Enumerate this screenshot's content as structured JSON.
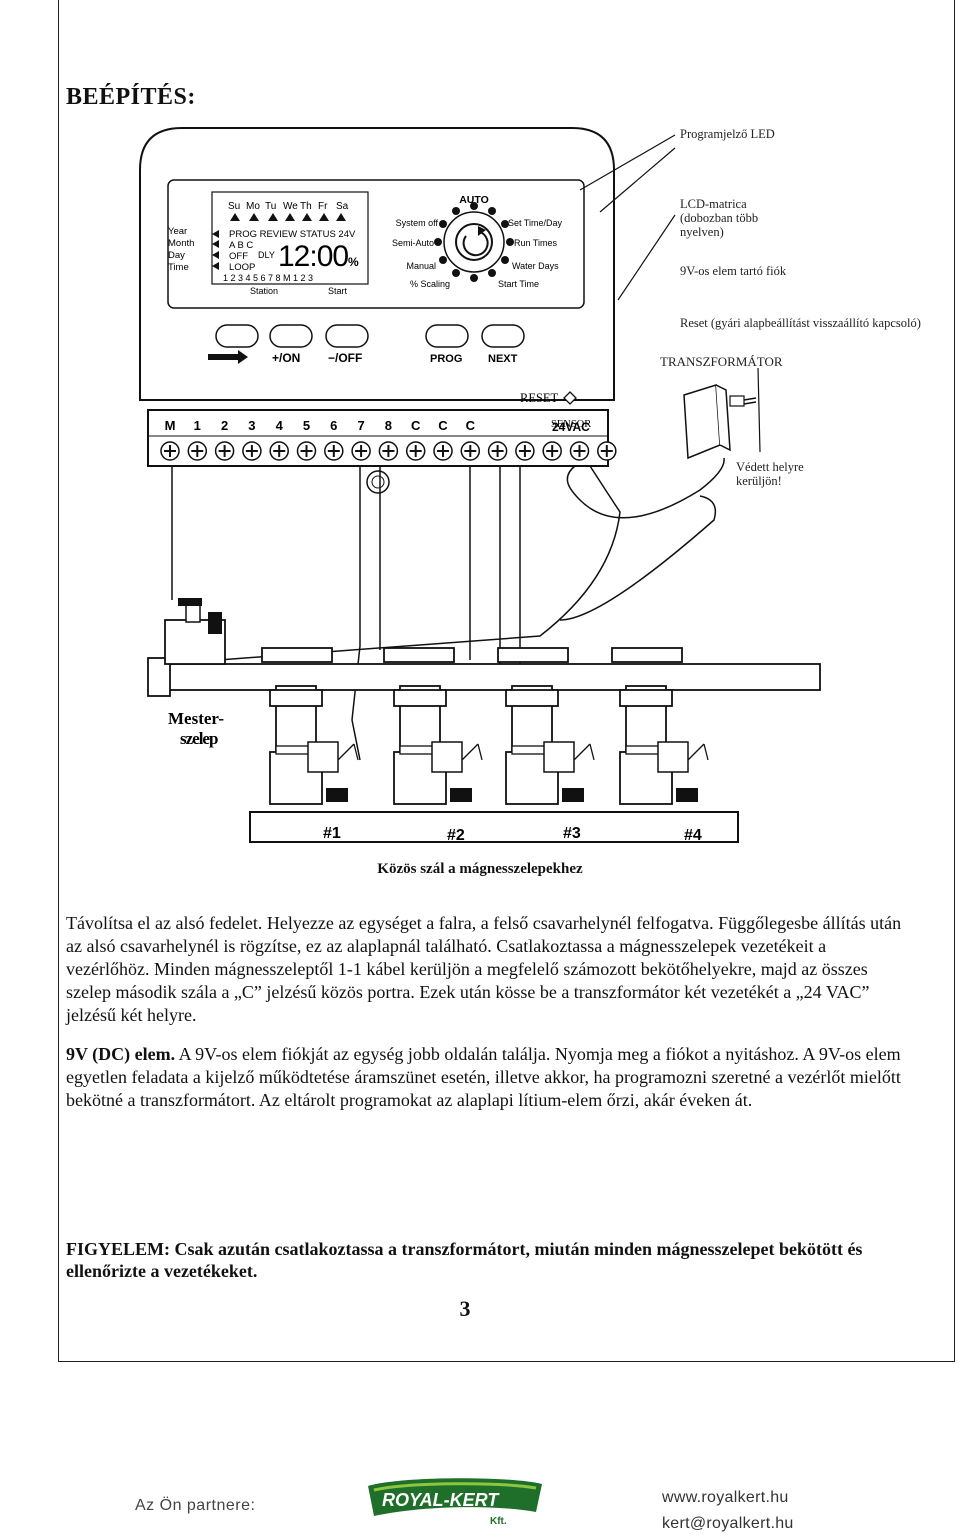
{
  "page": {
    "title": "BEÉPÍTÉS:",
    "page_number": "3"
  },
  "annotations": {
    "led": "Programjelző LED",
    "lcd_matrica": "LCD-matrica (dobozban több nyelven)",
    "battery_drawer": "9V-os elem tartó fiók",
    "reset": "Reset (gyári alapbeállítást visszaállító kapcsoló)",
    "transformer": "TRANSZFORMÁTOR",
    "protected": "Védett helyre kerüljön!",
    "master_valve": "Mester-szelep"
  },
  "controller": {
    "lcd_left": [
      "Year",
      "Month",
      "Day",
      "Time"
    ],
    "days": [
      "Su",
      "Mo",
      "Tu",
      "We",
      "Th",
      "Fr",
      "Sa"
    ],
    "lcd_row1": "PROG REVIEW  STATUS  24V",
    "lcd_abc": "A B C",
    "lcd_off": "OFF",
    "lcd_dly": "DLY",
    "lcd_loop": "LOOP",
    "lcd_time": "12:00",
    "lcd_percent": "%",
    "lcd_nums": "1 2 3 4 5 6 7 8 M  1 2 3",
    "station": "Station",
    "start": "Start",
    "dial_top": "AUTO",
    "dial_left": [
      "System off",
      "Semi-Auto",
      "Manual",
      "% Scaling"
    ],
    "dial_right": [
      "Set Time/Day",
      "Run Times",
      "Water Days",
      "Start Time"
    ],
    "buttons": [
      "→",
      "+/ON",
      "−/OFF",
      "PROG",
      "NEXT"
    ],
    "reset_label": "RESET",
    "terminals": [
      "M",
      "1",
      "2",
      "3",
      "4",
      "5",
      "6",
      "7",
      "8",
      "C",
      "C",
      "C"
    ],
    "sensor": "SENSOR",
    "vac": "24VAC"
  },
  "valves": [
    "#1",
    "#2",
    "#3",
    "#4"
  ],
  "caption": "Közös szál a mágnesszelepekhez",
  "body": {
    "p1": "Távolítsa el az alsó fedelet. Helyezze az egységet a falra, a felső csavarhelynél felfogatva. Függőlegesbe állítás után az alsó csavarhelynél is rögzítse, ez az alaplapnál található. Csatlakoztassa a mágnesszelepek vezetékeit a vezérlőhöz. Minden mágnesszeleptől 1-1 kábel kerüljön a megfelelő számozott bekötőhelyekre, majd az összes szelep második szála a „C” jelzésű közös portra. Ezek után kösse be a transzformátor két vezetékét a „24 VAC” jelzésű két helyre.",
    "p2_bold": "9V (DC) elem.",
    "p2": " A 9V-os elem fiókját az egység jobb oldalán találja. Nyomja meg a fiókot a nyitáshoz. A 9V-os elem egyetlen feladata a kijelző működtetése áramszünet esetén, illetve akkor, ha programozni szeretné a vezérlőt mielőtt bekötné a transzformátort. Az eltárolt programokat az alaplapi lítium-elem őrzi, akár éveken át."
  },
  "warning": "FIGYELEM: Csak azután csatlakoztassa a transzformátort, miután minden mágnesszelepet bekötött és ellenőrizte a vezetékeket.",
  "footer": {
    "partner": "Az Ön partnere:",
    "brand": "ROYAL-KERT",
    "brand_sub": "Kft.",
    "web": "www.royalkert.hu",
    "email": "kert@royalkert.hu"
  }
}
